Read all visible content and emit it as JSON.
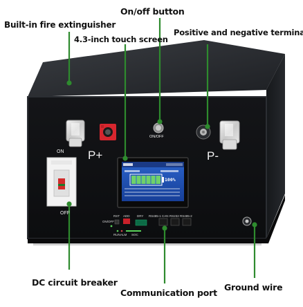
{
  "callouts": {
    "fire_extinguisher": "Built-in fire extinguisher",
    "on_off_button": "On/off button",
    "touch_screen": "4.3-inch touch screen",
    "terminals": "Positive and negative terminals",
    "breaker": "DC circuit breaker",
    "comm_port": "Communication port",
    "ground": "Ground wire"
  },
  "panel": {
    "on_label": "ON",
    "off_label": "OFF",
    "positive": "P+",
    "negative": "P-",
    "power_switch_label": "ON/OFF",
    "rst": "RST",
    "add": "ADD",
    "dry": "DRY",
    "rs485_1": "RS485-1",
    "can": "CAN",
    "rs232": "RS232",
    "rs485_2": "RS485-2",
    "led_on_off": "ON/OFF",
    "run": "RUN",
    "alm": "ALM",
    "soc": "SOC"
  },
  "screen": {
    "percent": "100%",
    "soc_fraction": 1.0
  },
  "colors": {
    "leader_green": "#2e8b2e",
    "enclosure": "#1d1f22",
    "screen_blue": "#1f4fb5",
    "battery_green": "#6fd16a"
  }
}
